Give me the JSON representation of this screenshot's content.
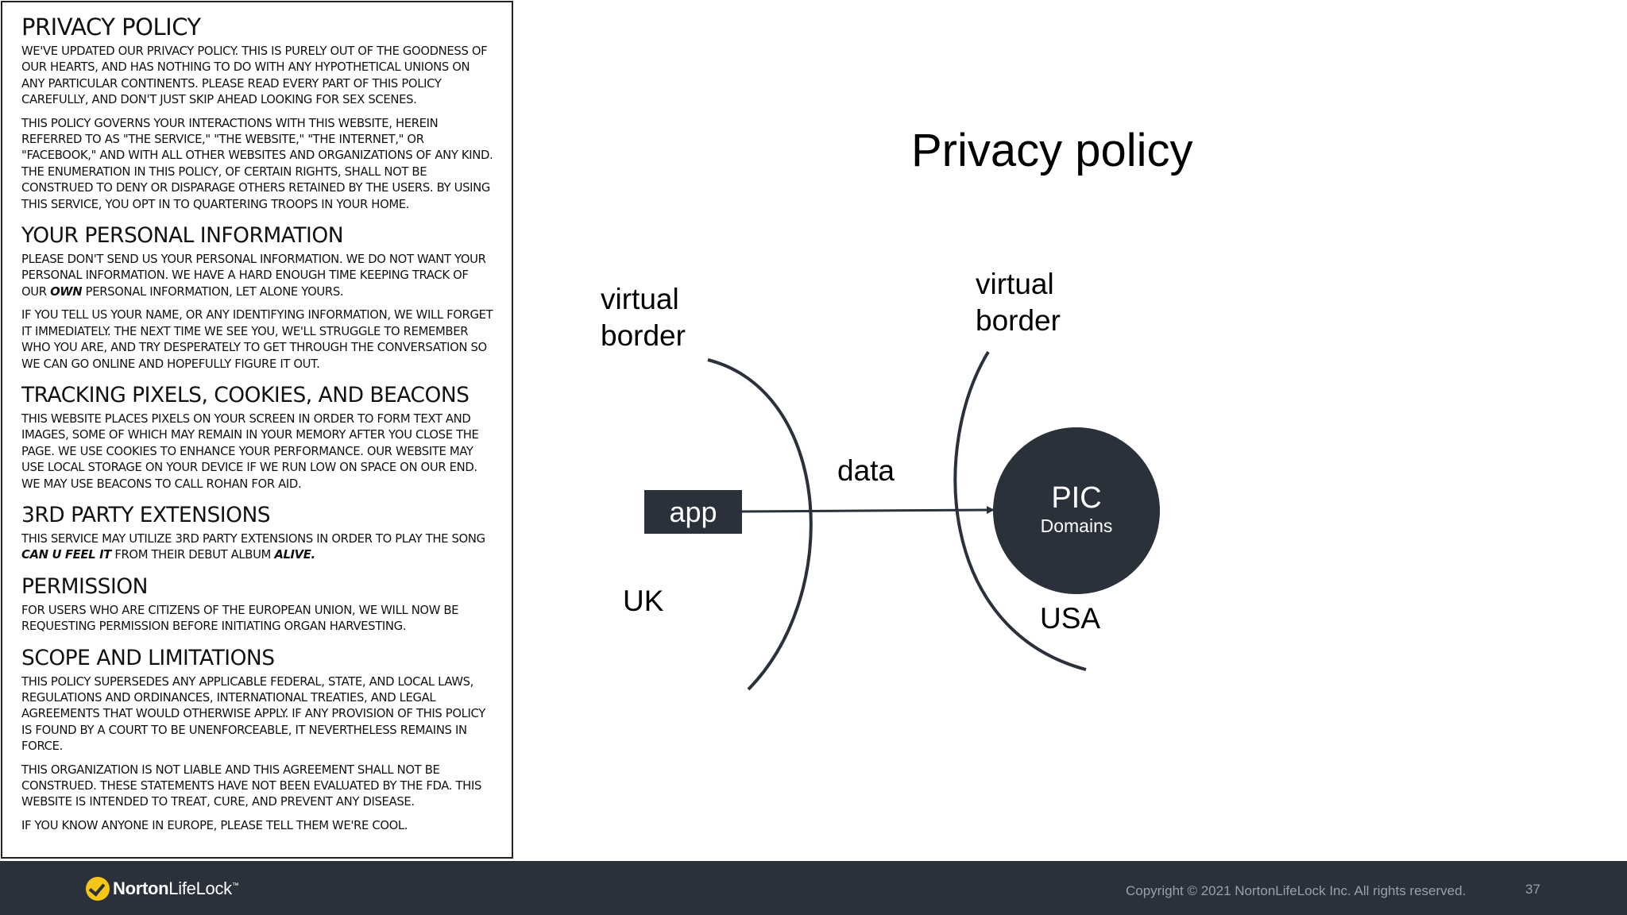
{
  "comic": {
    "title": "PRIVACY POLICY",
    "intro_1": "WE'VE UPDATED OUR PRIVACY POLICY. THIS IS PURELY OUT OF THE GOODNESS OF OUR HEARTS, AND HAS NOTHING TO DO WITH ANY HYPOTHETICAL UNIONS ON ANY PARTICULAR CONTINENTS. PLEASE READ EVERY PART OF THIS POLICY CAREFULLY, AND DON'T JUST SKIP AHEAD LOOKING FOR SEX SCENES.",
    "intro_2": "THIS POLICY GOVERNS YOUR INTERACTIONS WITH THIS WEBSITE, HEREIN REFERRED TO AS \"THE SERVICE,\" \"THE WEBSITE,\" \"THE INTERNET,\" OR \"FACEBOOK,\" AND WITH ALL OTHER WEBSITES AND ORGANIZATIONS OF ANY KIND. THE ENUMERATION IN THIS POLICY, OF CERTAIN RIGHTS, SHALL NOT BE CONSTRUED TO DENY OR DISPARAGE OTHERS RETAINED BY THE USERS. BY USING THIS SERVICE, YOU OPT IN TO QUARTERING TROOPS IN YOUR HOME.",
    "personal_heading": "YOUR PERSONAL INFORMATION",
    "personal_1a": "PLEASE DON'T SEND US YOUR PERSONAL INFORMATION. WE DO NOT WANT YOUR PERSONAL INFORMATION. WE HAVE A HARD ENOUGH TIME KEEPING TRACK OF OUR ",
    "personal_1em": "OWN",
    "personal_1b": " PERSONAL INFORMATION, LET ALONE YOURS.",
    "personal_2": "IF YOU TELL US YOUR NAME, OR ANY IDENTIFYING INFORMATION, WE WILL FORGET IT IMMEDIATELY. THE NEXT TIME WE SEE YOU, WE'LL STRUGGLE TO REMEMBER WHO YOU ARE, AND TRY DESPERATELY TO GET THROUGH THE CONVERSATION SO WE CAN GO ONLINE AND HOPEFULLY FIGURE IT OUT.",
    "tracking_heading": "TRACKING PIXELS, COOKIES, AND BEACONS",
    "tracking_1": "THIS WEBSITE PLACES PIXELS ON YOUR SCREEN IN ORDER TO FORM TEXT AND IMAGES, SOME OF WHICH MAY REMAIN IN YOUR MEMORY AFTER YOU CLOSE THE PAGE. WE USE COOKIES TO ENHANCE YOUR PERFORMANCE. OUR WEBSITE MAY USE LOCAL STORAGE ON YOUR DEVICE IF WE RUN LOW ON SPACE ON OUR END. WE MAY USE BEACONS TO CALL ROHAN FOR AID.",
    "third_heading": "3RD PARTY EXTENSIONS",
    "third_1a": "THIS SERVICE MAY UTILIZE 3RD PARTY EXTENSIONS IN ORDER TO PLAY THE SONG ",
    "third_1em1": "CAN U FEEL IT",
    "third_1b": " FROM THEIR DEBUT ALBUM ",
    "third_1em2": "ALIVE.",
    "permission_heading": "PERMISSION",
    "permission_1": "FOR USERS WHO ARE CITIZENS OF THE EUROPEAN UNION, WE WILL NOW BE REQUESTING PERMISSION BEFORE INITIATING ORGAN HARVESTING.",
    "scope_heading": "SCOPE AND LIMITATIONS",
    "scope_1": "THIS POLICY SUPERSEDES ANY APPLICABLE FEDERAL, STATE, AND LOCAL LAWS, REGULATIONS AND ORDINANCES, INTERNATIONAL TREATIES, AND LEGAL AGREEMENTS THAT WOULD OTHERWISE APPLY. IF ANY PROVISION OF THIS POLICY IS FOUND BY A COURT TO BE UNENFORCEABLE, IT NEVERTHELESS REMAINS IN FORCE.",
    "scope_2": "THIS ORGANIZATION IS NOT LIABLE AND THIS AGREEMENT SHALL NOT BE CONSTRUED. THESE STATEMENTS HAVE NOT BEEN EVALUATED BY THE FDA. THIS WEBSITE IS INTENDED TO TREAT, CURE, AND PREVENT ANY DISEASE.",
    "scope_3": "IF YOU KNOW ANYONE IN EUROPE, PLEASE TELL THEM WE'RE COOL."
  },
  "slide": {
    "title": "Privacy policy",
    "left_border_label_1": "virtual",
    "left_border_label_2": "border",
    "right_border_label_1": "virtual",
    "right_border_label_2": "border",
    "data_label": "data",
    "app_label": "app",
    "pic_label": "PIC",
    "pic_sublabel": "Domains",
    "uk_label": "UK",
    "usa_label": "USA"
  },
  "footer": {
    "logo_bold": "Norton",
    "logo_regular": "LifeLock",
    "logo_mark": "™",
    "copyright": "Copyright © 2021 NortonLifeLock Inc. All rights reserved.",
    "page_number": "37"
  },
  "colors": {
    "dark_fill": "#2a313b",
    "logo_accent": "#f5c518",
    "footer_text": "#9aa0a8"
  }
}
